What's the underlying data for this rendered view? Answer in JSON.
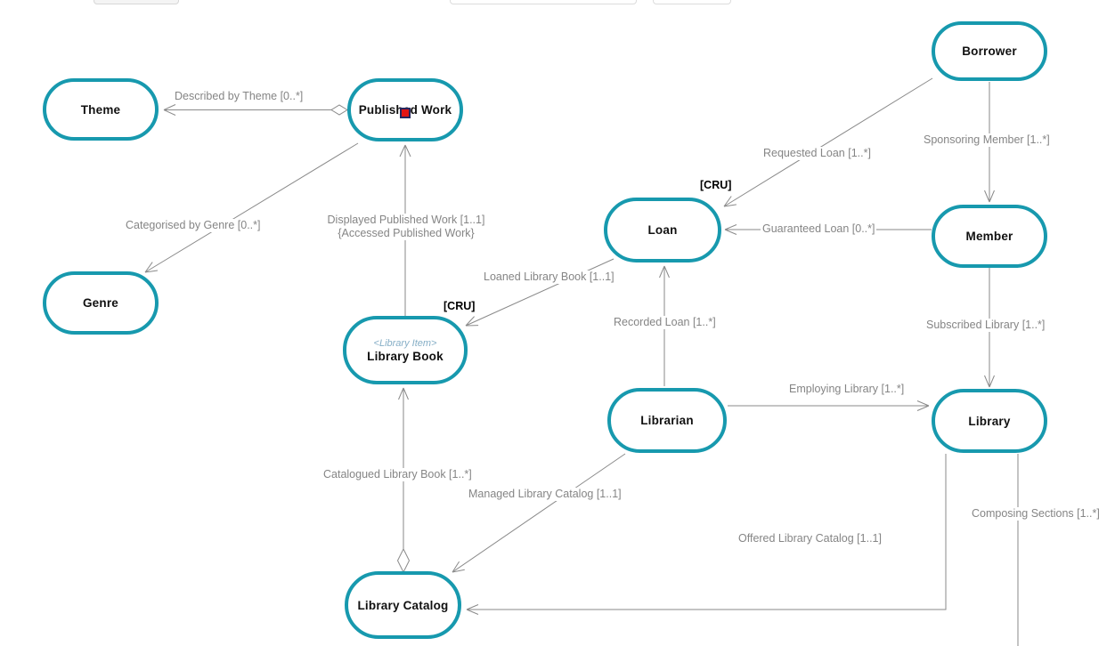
{
  "diagram": {
    "nodes": {
      "theme": {
        "label": "Theme"
      },
      "published_work": {
        "label": "Published Work"
      },
      "genre": {
        "label": "Genre"
      },
      "library_book": {
        "label": "Library Book",
        "stereotype": "<Library Item>"
      },
      "loan": {
        "label": "Loan"
      },
      "borrower": {
        "label": "Borrower"
      },
      "member": {
        "label": "Member"
      },
      "library": {
        "label": "Library"
      },
      "librarian": {
        "label": "Librarian"
      },
      "library_catalog": {
        "label": "Library Catalog"
      }
    },
    "edge_labels": {
      "described_by_theme": "Described by Theme [0..*]",
      "categorised_by_genre": "Categorised by Genre [0..*]",
      "displayed_published_work": "Displayed Published Work [1..1]",
      "accessed_published_work": "{Accessed Published Work}",
      "loaned_library_book": "Loaned Library Book [1..1]",
      "requested_loan": "Requested Loan [1..*]",
      "sponsoring_member": "Sponsoring Member [1..*]",
      "guaranteed_loan": "Guaranteed Loan [0..*]",
      "subscribed_library": "Subscribed Library [1..*]",
      "recorded_loan": "Recorded Loan [1..*]",
      "employing_library": "Employing Library [1..*]",
      "managed_library_catalog": "Managed Library Catalog [1..1]",
      "catalogued_library_book": "Catalogued Library Book [1..*]",
      "offered_library_catalog": "Offered Library Catalog [1..1]",
      "composing_sections": "Composing Sections [1..*]",
      "cru_loan": "[CRU]",
      "cru_library_book": "[CRU]"
    },
    "colors": {
      "node_border": "#1799ae",
      "edge": "#8a8a8a",
      "edge_label": "#858585",
      "node_label": "#111111",
      "stereotype": "#85aec6",
      "cursor_marker": "#e41414"
    }
  }
}
